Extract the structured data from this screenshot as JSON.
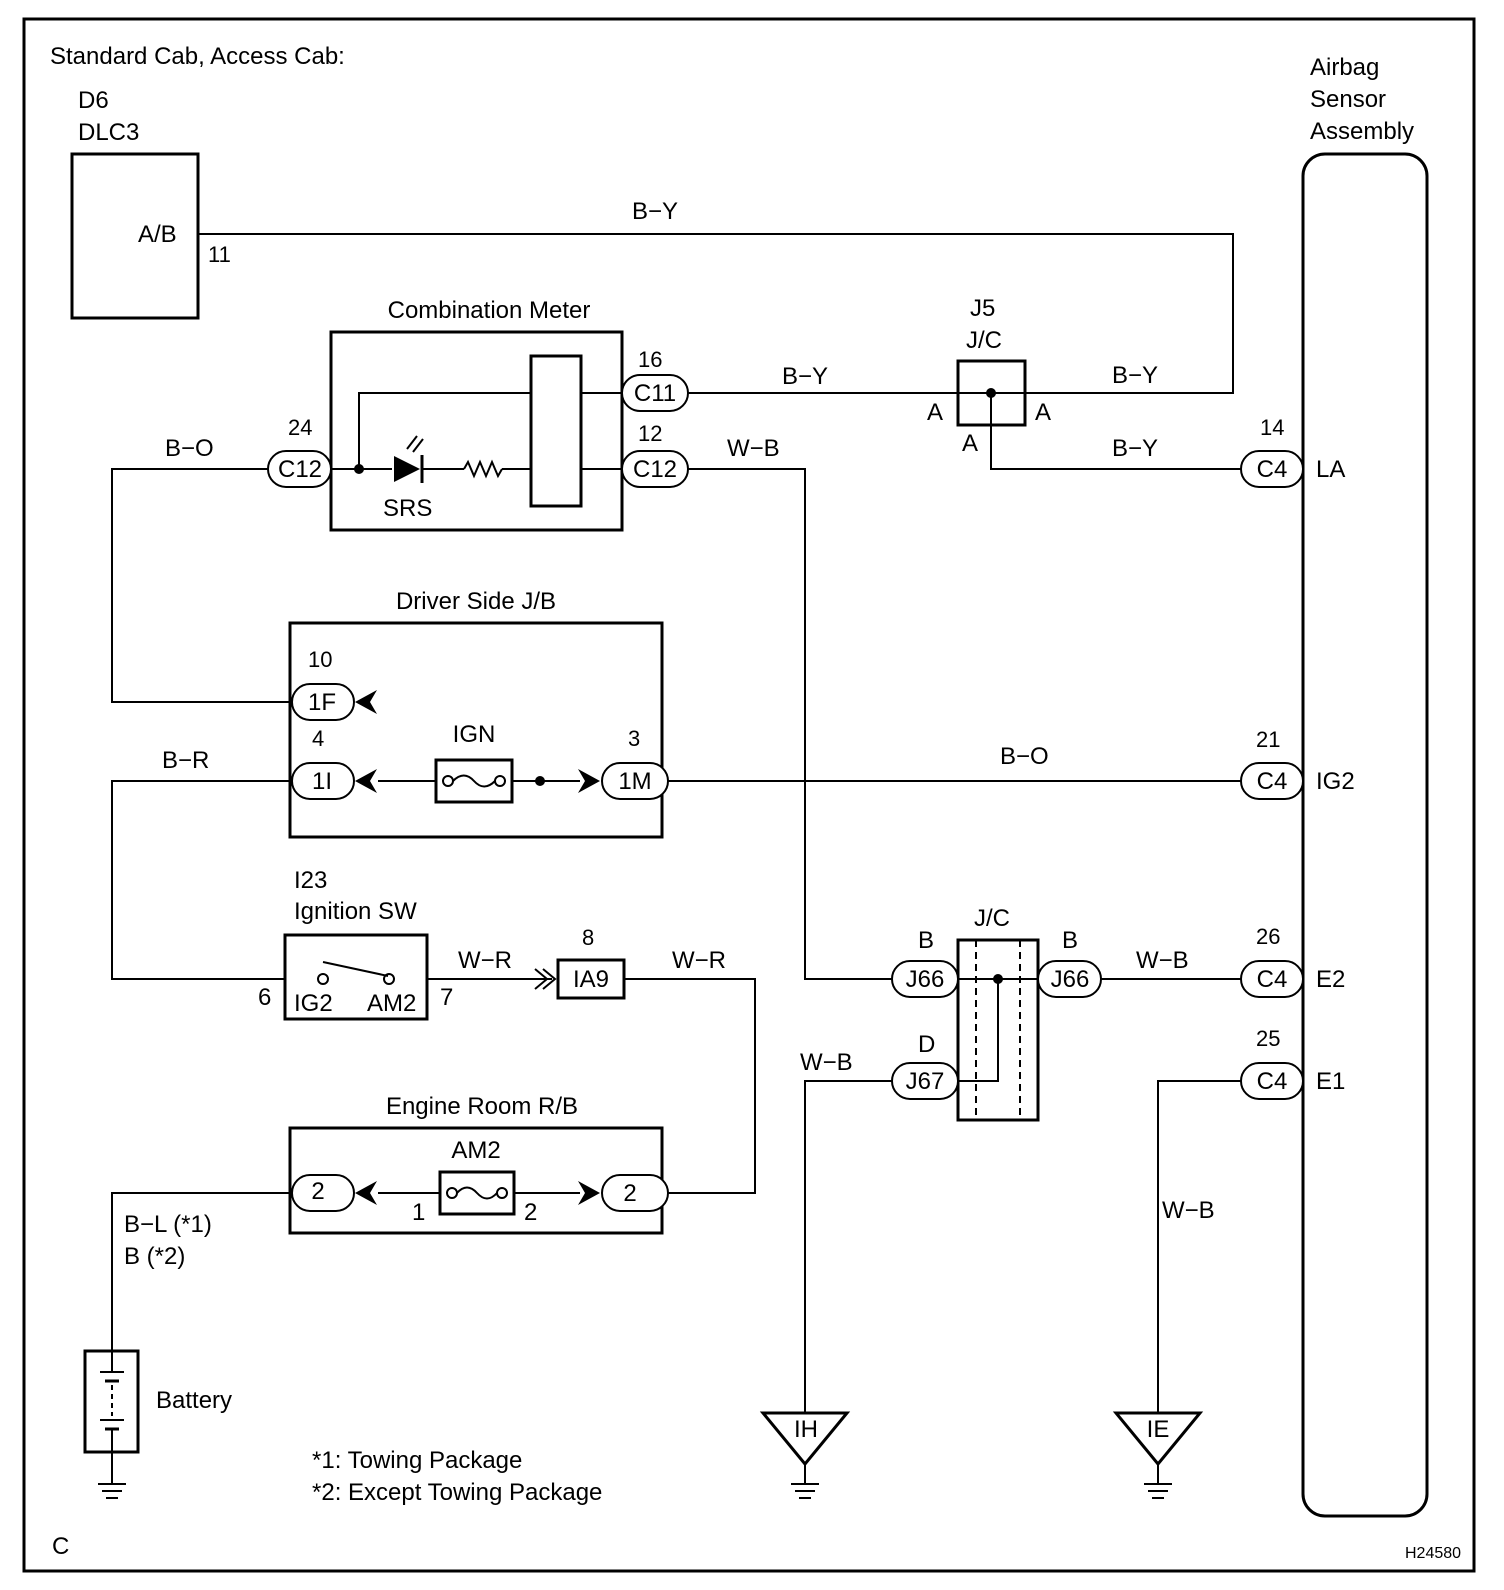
{
  "header": {
    "variant": "Standard Cab, Access Cab:"
  },
  "footer": {
    "corner_letter": "C",
    "figure_id": "H24580"
  },
  "notes": {
    "note1": "*1: Towing Package",
    "note2": "*2: Except Towing Package"
  },
  "components": {
    "dlc3": {
      "code": "D6",
      "name": "DLC3",
      "terminal_label": "A/B",
      "pin": "11"
    },
    "airbag": {
      "line1": "Airbag",
      "line2": "Sensor",
      "line3": "Assembly"
    },
    "combination_meter": {
      "title": "Combination Meter",
      "lamp": "SRS"
    },
    "j5": {
      "code": "J5",
      "name": "J/C",
      "pin_left": "A",
      "pin_right": "A",
      "pin_bottom": "A"
    },
    "driver_jb": {
      "title": "Driver Side J/B",
      "fuse": "IGN"
    },
    "ignition_sw": {
      "code": "I23",
      "name": "Ignition SW",
      "contact_left": "IG2",
      "contact_right": "AM2",
      "pin_left": "6",
      "pin_right": "7"
    },
    "engine_rb": {
      "title": "Engine Room R/B",
      "fuse": "AM2",
      "fuse_pin_left": "1",
      "fuse_pin_right": "2"
    },
    "jc": {
      "name": "J/C",
      "pin_b_left": "B",
      "pin_b_right": "B",
      "pin_d": "D"
    },
    "battery": {
      "name": "Battery"
    },
    "grounds": {
      "ih": "IH",
      "ie": "IE"
    },
    "ia9": {
      "name": "IA9",
      "pin": "8"
    }
  },
  "connectors": {
    "c11": {
      "name": "C11",
      "pin": "16"
    },
    "c12_right": {
      "name": "C12",
      "pin": "12"
    },
    "c12_left": {
      "name": "C12",
      "pin": "24"
    },
    "c4_la": {
      "name": "C4",
      "pin": "14",
      "terminal": "LA"
    },
    "c4_ig2": {
      "name": "C4",
      "pin": "21",
      "terminal": "IG2"
    },
    "c4_e2": {
      "name": "C4",
      "pin": "26",
      "terminal": "E2"
    },
    "c4_e1": {
      "name": "C4",
      "pin": "25",
      "terminal": "E1"
    },
    "1f": {
      "name": "1F",
      "pin": "10"
    },
    "1i": {
      "name": "1I",
      "pin": "4"
    },
    "1m": {
      "name": "1M",
      "pin": "3"
    },
    "j66_left": {
      "name": "J66"
    },
    "j66_right": {
      "name": "J66"
    },
    "j67": {
      "name": "J67"
    },
    "er_left": {
      "name": "2"
    },
    "er_right": {
      "name": "2"
    }
  },
  "wires": {
    "dlc_by": "B−Y",
    "c11_by": "B−Y",
    "j5_right_by": "B−Y",
    "j5_down_by": "B−Y",
    "meter_wb": "W−B",
    "meter_bo": "B−O",
    "ig2_bo": "B−O",
    "jb_br": "B−R",
    "sw_wr": "W−R",
    "ia9_wr": "W−R",
    "e2_wb": "W−B",
    "j67_wb": "W−B",
    "e1_wb": "W−B",
    "battery_bl": "B−L (*1)",
    "battery_b": "B (*2)"
  }
}
